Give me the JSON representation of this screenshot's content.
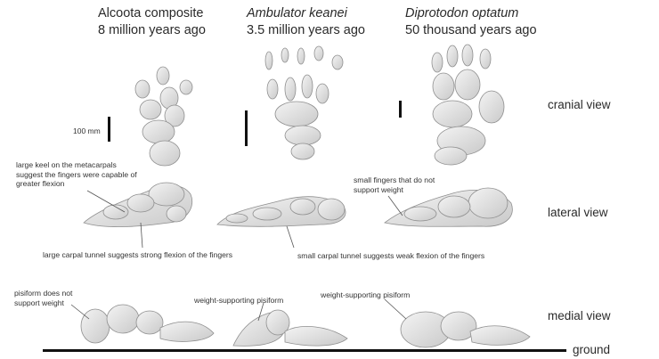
{
  "columns": [
    {
      "name": "Alcoota composite",
      "italic": false,
      "age": "8 million years ago"
    },
    {
      "name": "Ambulator keanei",
      "italic": true,
      "age": "3.5 million years ago"
    },
    {
      "name": "Diprotodon optatum",
      "italic": true,
      "age": "50 thousand years ago"
    }
  ],
  "views": {
    "cranial": "cranial view",
    "lateral": "lateral view",
    "medial": "medial view",
    "ground": "ground"
  },
  "scale": {
    "label": "100 mm"
  },
  "annotations": {
    "keel": "large keel on the metacarpals suggest the fingers were capable of greater flexion",
    "carpal_large": "large carpal tunnel suggests strong flexion of the fingers",
    "carpal_small": "small carpal tunnel suggests weak flexion of the fingers",
    "small_fingers": "small fingers that do not support weight",
    "pisiform_no": "pisiform does not support weight",
    "pisiform_yes_1": "weight-supporting pisiform",
    "pisiform_yes_2": "weight-supporting pisiform"
  },
  "colors": {
    "bone": "#e4e4e4",
    "bone_edge": "#9a9a9a",
    "line": "#555555",
    "ground": "#111111"
  }
}
